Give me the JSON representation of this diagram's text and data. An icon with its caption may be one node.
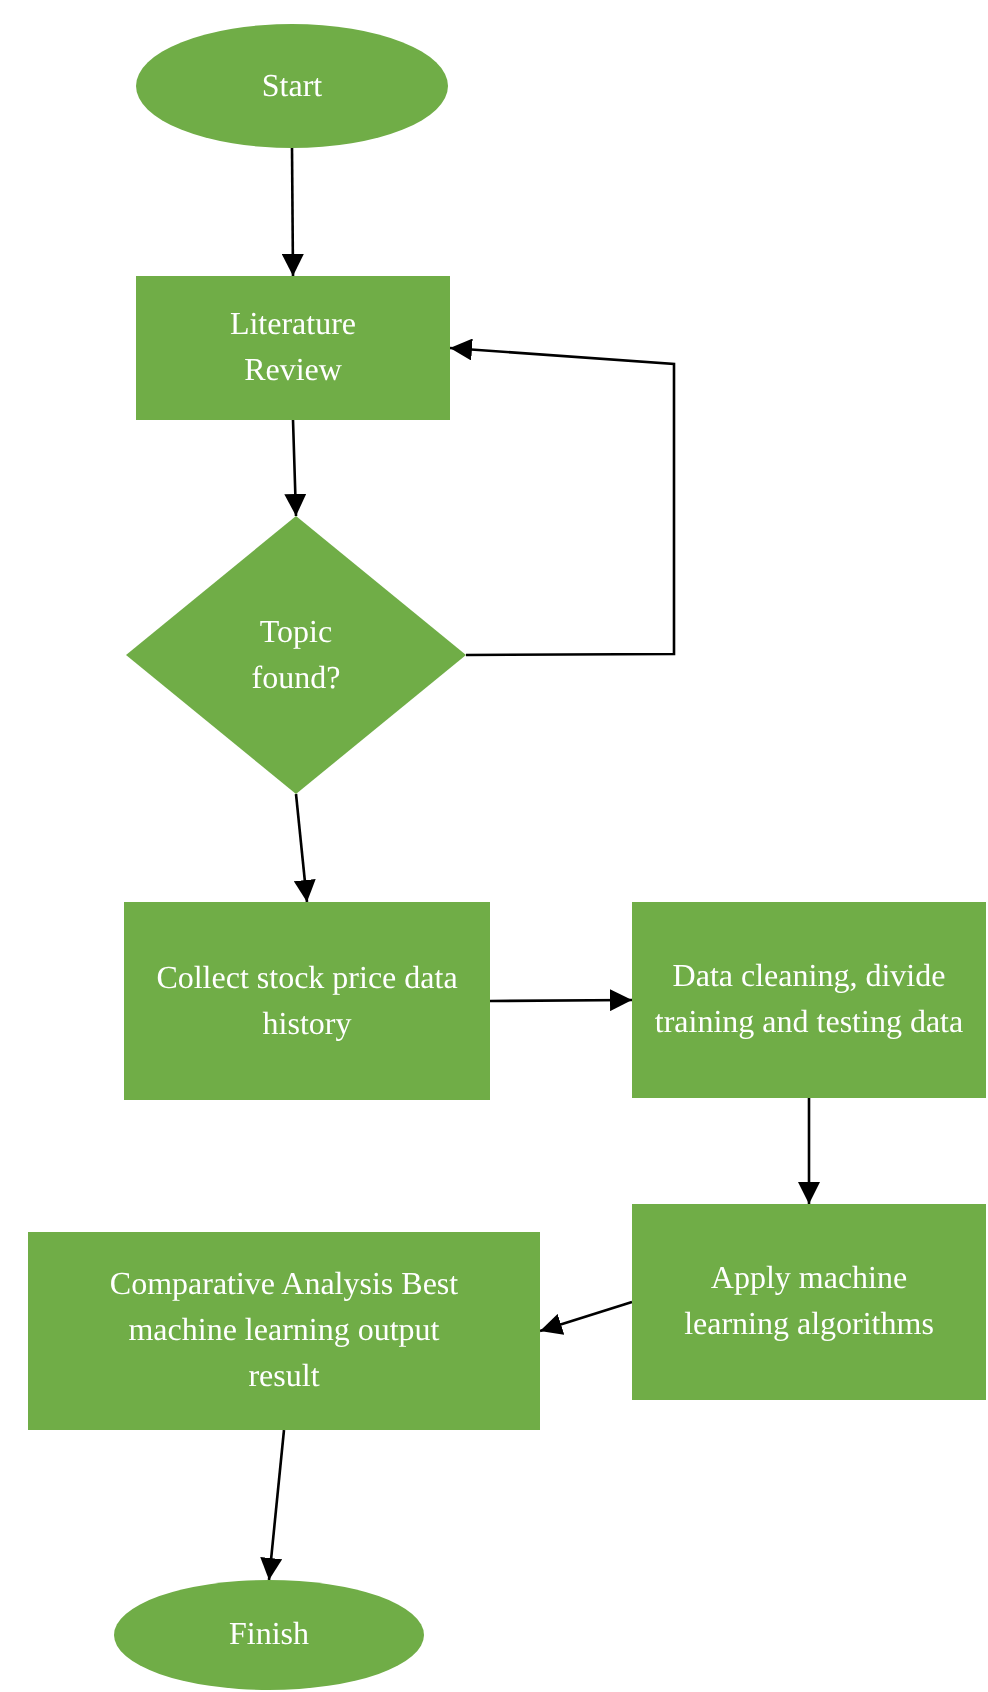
{
  "diagram": {
    "nodes": [
      {
        "text": [
          "Start"
        ]
      },
      {
        "text": [
          "Literature Review"
        ]
      },
      {
        "text": [
          "Topic found?"
        ]
      },
      {
        "text": [
          "Collect stock price data history"
        ]
      },
      {
        "text": [
          "Data cleaning, divide training and testing data"
        ]
      },
      {
        "text": [
          "Apply machine learning algorithms"
        ]
      },
      {
        "text": [
          "Comparative Analysis Best machine learning output result"
        ]
      },
      {
        "text": [
          "Finish"
        ]
      }
    ],
    "edges": [
      {
        "from": 0,
        "to": 1,
        "arrow": "to"
      },
      {
        "from": 1,
        "to": 2,
        "arrow": "to"
      },
      {
        "from": 2,
        "to": 1,
        "arrow": "to"
      },
      {
        "from": 2,
        "to": 3,
        "arrow": "to"
      },
      {
        "from": 3,
        "to": 4,
        "arrow": "to"
      },
      {
        "from": 4,
        "to": 5,
        "arrow": "to"
      },
      {
        "from": 5,
        "to": 6,
        "arrow": "to"
      },
      {
        "from": 6,
        "to": 7,
        "arrow": "to"
      }
    ]
  }
}
